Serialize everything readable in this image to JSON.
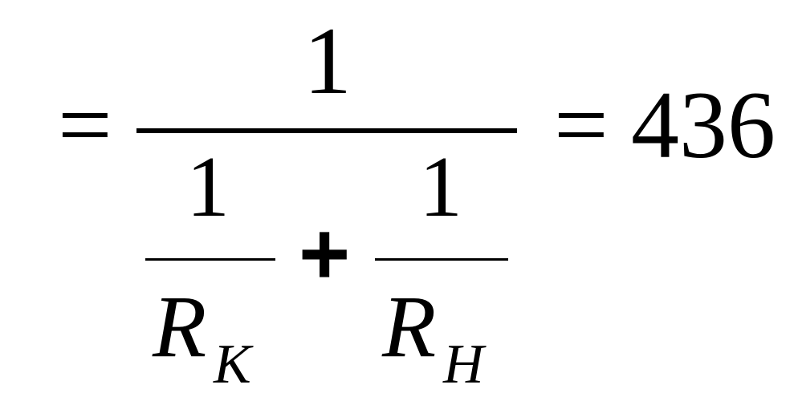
{
  "formula": {
    "equals_left": "=",
    "main_numerator": "1",
    "left_numerator": "1",
    "left_denominator_var": "R",
    "left_denominator_sub": "K",
    "operator": "+",
    "right_numerator": "1",
    "right_denominator_var": "R",
    "right_denominator_sub": "H",
    "equals_right": "=",
    "result": "436"
  }
}
